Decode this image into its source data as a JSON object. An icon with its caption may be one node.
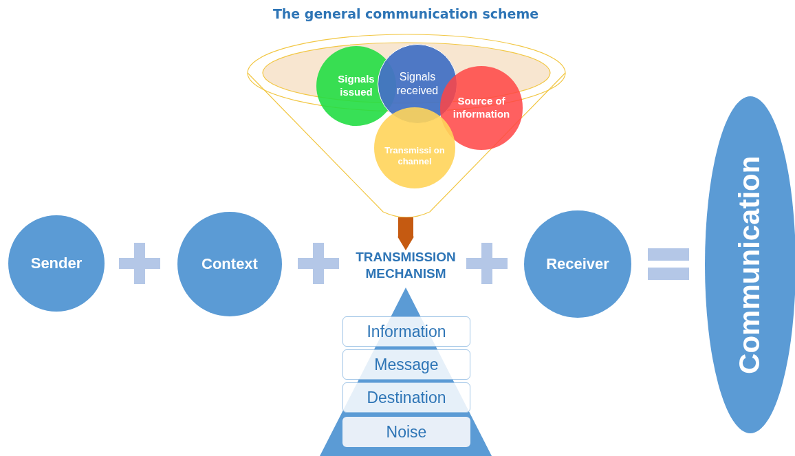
{
  "diagram": {
    "title": "The general communication scheme",
    "nodes": [
      {
        "text": [],
        "shape": "funnel"
      },
      {
        "text": [
          "Signals issued"
        ],
        "in": 0
      },
      {
        "text": [
          "Signals received"
        ],
        "in": 0
      },
      {
        "text": [
          "Source of information"
        ],
        "in": 0
      },
      {
        "text": [
          "Transmissi on channel"
        ],
        "in": 0
      },
      {
        "text": [
          "Sender"
        ]
      },
      {
        "text": [
          "Context"
        ]
      },
      {
        "text": [
          "TRANSMISSION MECHANISM"
        ]
      },
      {
        "text": [
          "Receiver"
        ]
      },
      {
        "text": [
          "Communication"
        ]
      },
      {
        "text": [],
        "shape": "triangle"
      },
      {
        "text": [
          "Information"
        ],
        "in": 10
      },
      {
        "text": [
          "Message"
        ],
        "in": 10
      },
      {
        "text": [
          "Destination"
        ],
        "in": 10
      },
      {
        "text": [
          "Noise"
        ],
        "in": 10
      }
    ],
    "edges": [
      {
        "from": 0,
        "to": 7,
        "arrow": "to",
        "color": "#c55a11"
      }
    ]
  }
}
